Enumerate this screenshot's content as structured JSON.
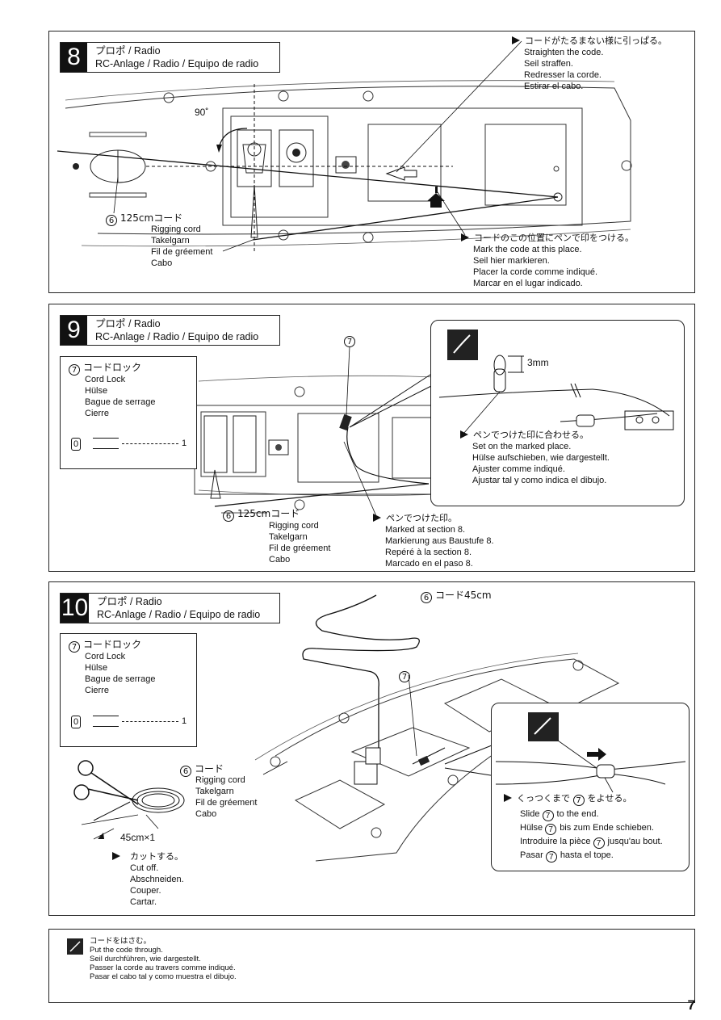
{
  "page_number": "7",
  "steps": [
    {
      "number": "8",
      "title_ja": "プロポ  / Radio",
      "title_multi": "RC-Anlage / Radio / Equipo de radio",
      "angle_label": "90˚",
      "cord_ja": "125cmコード",
      "cord_num": "6",
      "cord_names": [
        "Rigging cord",
        "Takelgarn",
        "Fil de gréement",
        "Cabo"
      ],
      "note_top_ja": "コードがたるまない様に引っぱる。",
      "note_top": [
        "Straighten the code.",
        "Seil straffen.",
        "Redresser la corde.",
        "Estirar el cabo."
      ],
      "note_mark_ja": "コードのこの位置にペンで印をつける。",
      "note_mark": [
        "Mark the code at this place.",
        "Seil hier markieren.",
        "Placer la corde comme indiqué.",
        "Marcar en el lugar indicado."
      ]
    },
    {
      "number": "9",
      "title_ja": "プロポ  / Radio",
      "title_multi": "RC-Anlage / Radio / Equipo de radio",
      "part_num": "7",
      "part_ja": "コードロック",
      "part_names": [
        "Cord Lock",
        "Hülse",
        "Bague de serrage",
        "Cierre"
      ],
      "part_qty_label": "0",
      "part_qty": "1",
      "callout_num": "7",
      "dim_label": "3mm",
      "inset_ja": "ペンでつけた印に合わせる。",
      "inset_notes": [
        "Set on the marked place.",
        "Hülse aufschieben, wie dargestellt.",
        "Ajuster comme indiqué.",
        "Ajustar tal y como indica el dibujo."
      ],
      "cord_num": "6",
      "cord_ja": "125cmコード",
      "cord_names": [
        "Rigging cord",
        "Takelgarn",
        "Fil de gréement",
        "Cabo"
      ],
      "mark_ja": "ペンでつけた印。",
      "mark_notes": [
        "Marked at section 8.",
        "Markierung aus Baustufe 8.",
        "Repéré à la section 8.",
        "Marcado en el paso 8."
      ]
    },
    {
      "number": "10",
      "title_ja": "プロポ  / Radio",
      "title_multi": "RC-Anlage / Radio / Equipo de radio",
      "part_num": "7",
      "part_ja": "コードロック",
      "part_names": [
        "Cord Lock",
        "Hülse",
        "Bague de serrage",
        "Cierre"
      ],
      "part_qty_label": "0",
      "part_qty": "1",
      "cord45_num": "6",
      "cord45_ja": "コード45cm",
      "callout_num": "7",
      "cord_num": "6",
      "cord_ja": "コード",
      "cord_names": [
        "Rigging cord",
        "Takelgarn",
        "Fil de gréement",
        "Cabo"
      ],
      "length_label": "45cm×1",
      "cut_ja": "カットする。",
      "cut_notes": [
        "Cut off.",
        "Abschneiden.",
        "Couper.",
        "Cartar."
      ],
      "slide_ja_pre": "くっつくまで",
      "slide_ja_post": "をよせる。",
      "slide_num": "7",
      "slide_lines": [
        {
          "pre": "Slide",
          "post": "to the end."
        },
        {
          "pre": "Hülse",
          "post": "bis zum Ende schieben."
        },
        {
          "pre": "Introduire la pièce",
          "post": "jusqu'au bout."
        },
        {
          "pre": "Pasar",
          "post": "hasta el tope."
        }
      ]
    }
  ],
  "legend": {
    "ja": "コードをはさむ。",
    "lines": [
      "Put the code  through.",
      "Seil durchführen, wie dargestellt.",
      "Passer la corde au travers comme indiqué.",
      "Pasar el cabo tal y como muestra el dibujo."
    ]
  }
}
